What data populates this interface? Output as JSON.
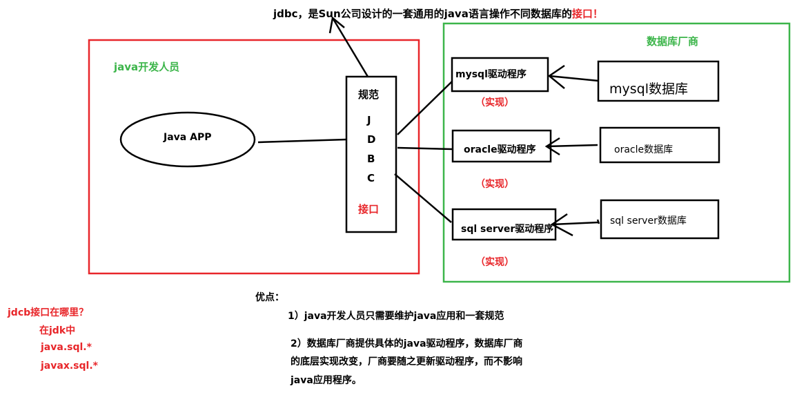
{
  "title": {
    "prefix": "jdbc，是Sun公司设计的一套通用的java语言操作不同数据库的",
    "highlight": "接口！"
  },
  "developer_area": {
    "label": "java开发人员",
    "app_label": "Java APP"
  },
  "spec_box": {
    "top_label": "规范",
    "letters": [
      "J",
      "D",
      "B",
      "C"
    ],
    "bottom_label": "接口"
  },
  "vendor_area": {
    "label": "数据库厂商"
  },
  "drivers": [
    {
      "name": "mysql驱动程序",
      "note": "（实现）"
    },
    {
      "name": "oracle驱动程序",
      "note": "（实现）"
    },
    {
      "name": "sql server驱动程序",
      "note": "（实现）"
    }
  ],
  "databases": [
    "mysql数据库",
    "oracle数据库",
    "sql server数据库"
  ],
  "jdbc_location": {
    "question": "jdcb接口在哪里？",
    "answer": "在jdk中",
    "packages": [
      "java.sql.*",
      "javax.sql.*"
    ]
  },
  "advantages": {
    "heading": "优点：",
    "point1": "1）java开发人员只需要维护java应用和一套规范",
    "point2_line1": "2）数据库厂商提供具体的java驱动程序，数据库厂商",
    "point2_line2": "的底层实现改变，厂商要随之更新驱动程序，而不影响",
    "point2_line3": "java应用程序。"
  },
  "colors": {
    "red": "#e8262a",
    "green": "#3cb54a",
    "ink": "#000000"
  }
}
